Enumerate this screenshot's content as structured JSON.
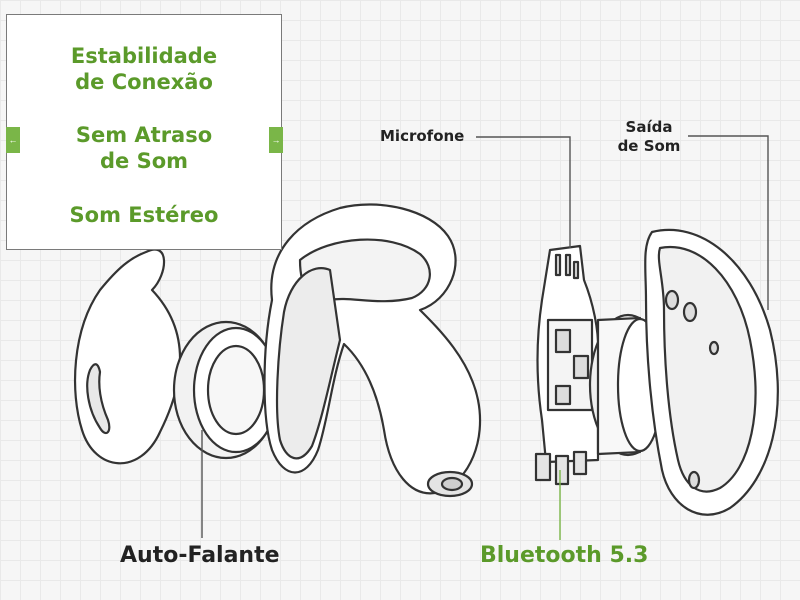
{
  "features": {
    "line1": "Estabilidade\nde Conexão",
    "line2": "Sem Atraso\nde Som",
    "line3": "Som Estéreo"
  },
  "labels": {
    "microphone": "Microfone",
    "sound_output": "Saída\nde Som",
    "speaker": "Auto-Falante",
    "bluetooth": "Bluetooth 5.3"
  },
  "colors": {
    "accent_green": "#5b9a2a",
    "outline": "#333333",
    "fill": "#ffffff"
  }
}
